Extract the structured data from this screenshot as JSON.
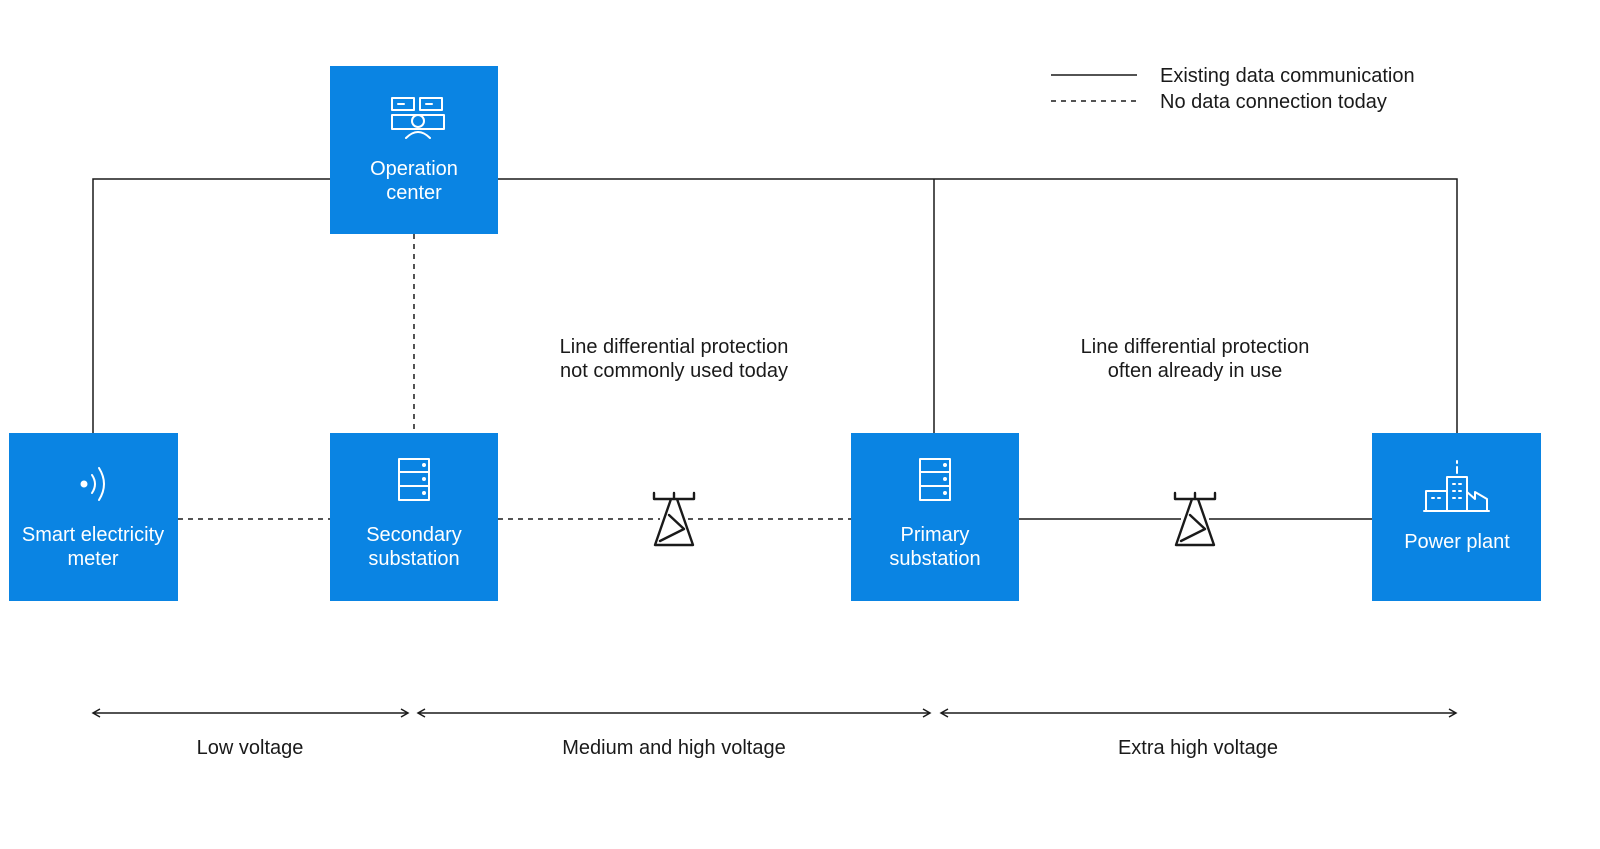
{
  "legend": {
    "existing": "Existing data communication",
    "none": "No data connection today"
  },
  "nodes": {
    "operation_center": {
      "line1": "Operation",
      "line2": "center",
      "icon": "operator-console-icon"
    },
    "smart_meter": {
      "line1": "Smart electricity",
      "line2": "meter",
      "icon": "wireless-signal-icon"
    },
    "secondary_substation": {
      "line1": "Secondary",
      "line2": "substation",
      "icon": "server-rack-icon"
    },
    "primary_substation": {
      "line1": "Primary",
      "line2": "substation",
      "icon": "server-rack-icon"
    },
    "power_plant": {
      "line1": "Power plant",
      "icon": "factory-icon"
    }
  },
  "annotations": {
    "medium": {
      "line1": "Line differential protection",
      "line2": "not commonly used today"
    },
    "extra": {
      "line1": "Line differential protection",
      "line2": "often already in use"
    }
  },
  "voltage_ranges": {
    "low": "Low voltage",
    "medium_high": "Medium and high voltage",
    "extra_high": "Extra high voltage"
  },
  "colors": {
    "node_fill": "#0a84e3",
    "line": "#1a1a1a",
    "text_on_node": "#ffffff"
  }
}
